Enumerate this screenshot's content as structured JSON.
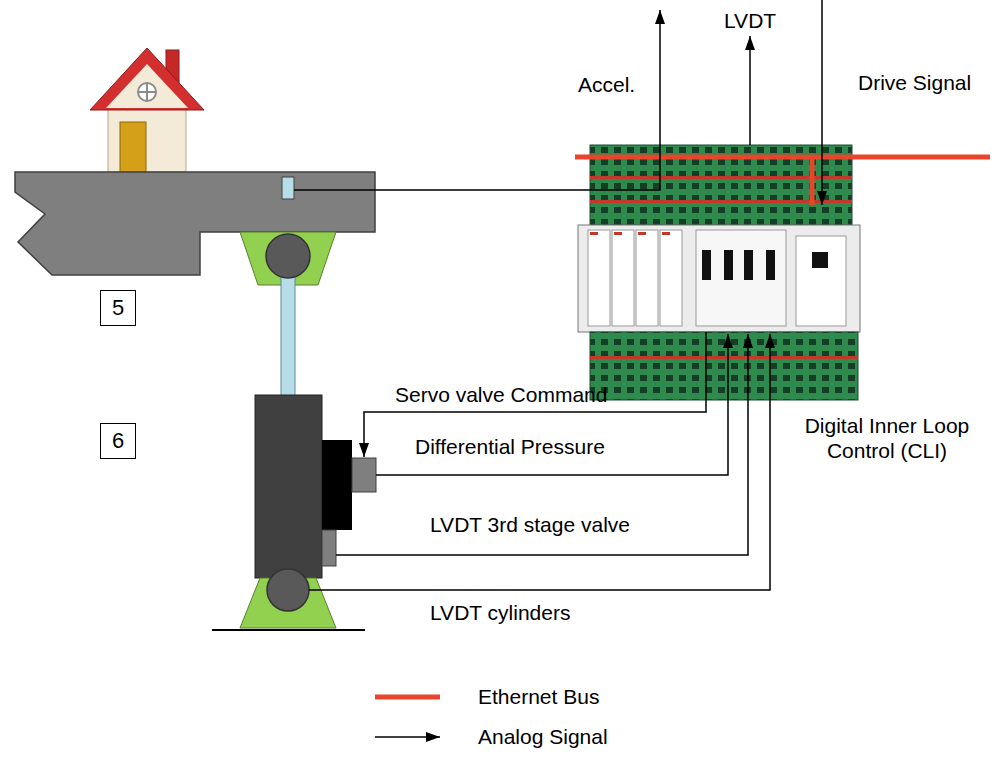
{
  "diagram": {
    "nodes": [
      {
        "text": [
          "5"
        ]
      },
      {
        "text": [
          "6"
        ]
      }
    ],
    "labels": [
      "Accel.",
      "LVDT",
      "Drive Signal",
      "Servo valve Command",
      "Differential Pressure",
      "LVDT 3rd stage valve",
      "LVDT cylinders",
      "Digital Inner Loop Control (CLI)"
    ],
    "legend": [
      {
        "text": "Ethernet Bus"
      },
      {
        "text": "Analog Signal"
      }
    ]
  }
}
